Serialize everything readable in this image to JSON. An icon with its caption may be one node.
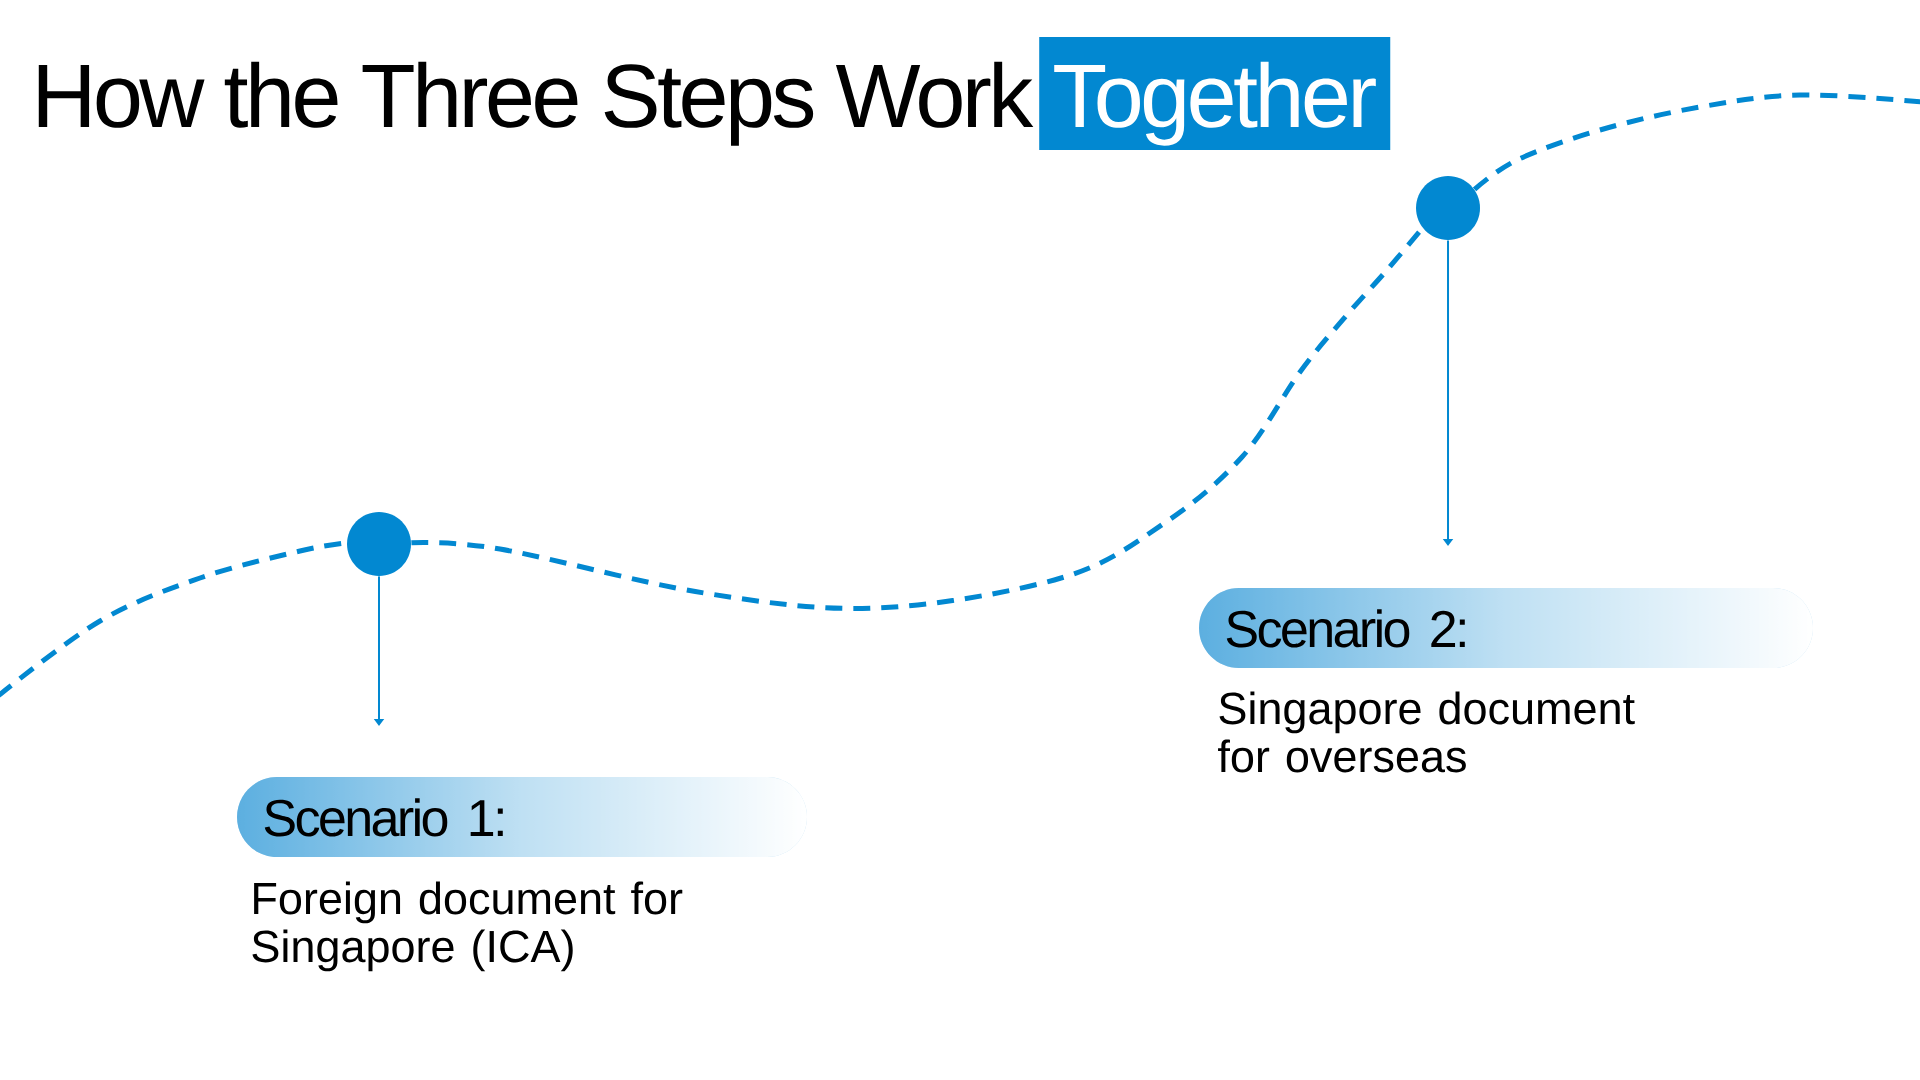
{
  "diagram": {
    "title": "How the Three Steps Work Together",
    "nodes": [
      {
        "text": [],
        "shape": "circle"
      },
      {
        "text": [
          "Scenario 1:"
        ],
        "beside": [
          "Foreign document for Singapore (ICA)"
        ]
      },
      {
        "text": [],
        "shape": "circle"
      },
      {
        "text": [
          "Scenario 2:"
        ],
        "beside": [
          "Singapore document for overseas"
        ]
      }
    ],
    "edges": [
      {
        "from": null,
        "to": 0,
        "arrow": "none",
        "style": "dashed"
      },
      {
        "from": 0,
        "to": 2,
        "arrow": "none",
        "style": "dashed"
      },
      {
        "from": 2,
        "to": null,
        "arrow": "none",
        "style": "dashed"
      },
      {
        "from": 0,
        "to": 1,
        "arrow": "to"
      },
      {
        "from": 2,
        "to": 3,
        "arrow": "to"
      }
    ]
  }
}
